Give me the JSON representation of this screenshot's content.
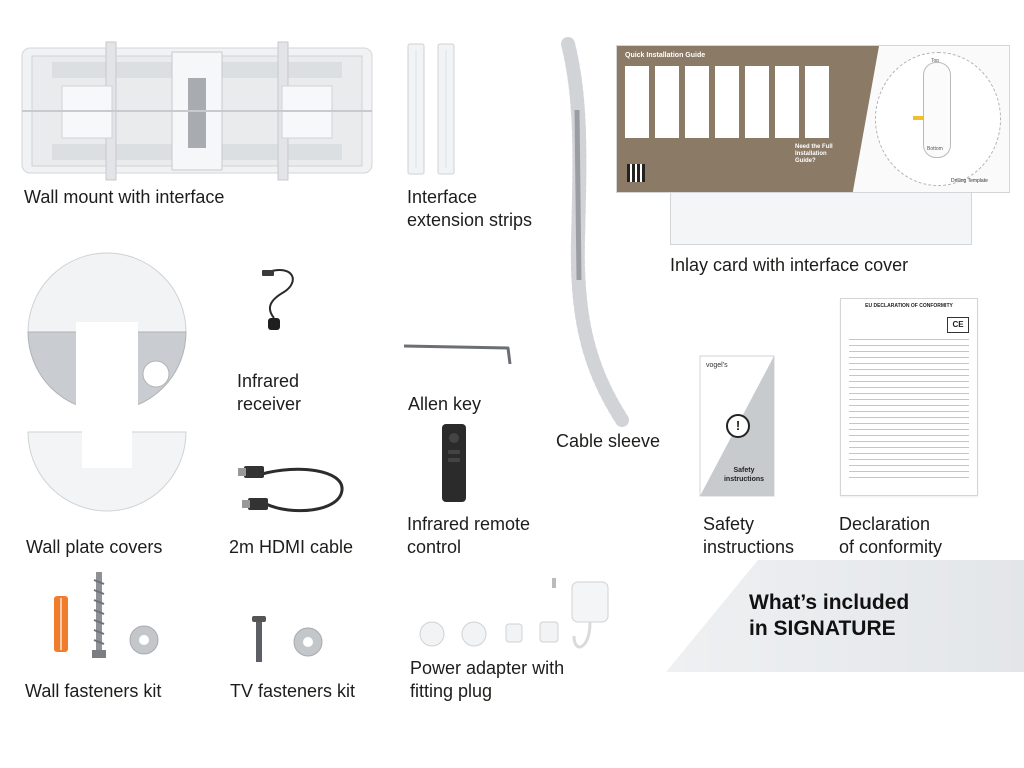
{
  "items": {
    "wall_mount": {
      "label": [
        "Wall mount with interface"
      ]
    },
    "extension_strips": {
      "label": [
        "Interface",
        "extension strips"
      ]
    },
    "cable_sleeve": {
      "label": [
        "Cable sleeve"
      ]
    },
    "inlay_card": {
      "label": [
        "Inlay card with interface cover"
      ],
      "card_title": "Quick Installation Guide",
      "need_full_guide": "Need the Full Installation Guide?",
      "template_top": "Top",
      "template_bottom": "Bottom",
      "template_caption": "Drilling Template"
    },
    "wall_plate_covers": {
      "label": [
        "Wall plate covers"
      ]
    },
    "ir_receiver": {
      "label": [
        "Infrared",
        "receiver"
      ]
    },
    "allen_key": {
      "label": [
        "Allen key"
      ]
    },
    "hdmi_cable": {
      "label": [
        "2m HDMI cable"
      ]
    },
    "remote": {
      "label": [
        "Infrared remote",
        "control"
      ]
    },
    "safety": {
      "label": [
        "Safety",
        "instructions"
      ],
      "booklet_brand": "vogel's",
      "booklet_title": "Safety instructions"
    },
    "declaration": {
      "label": [
        "Declaration",
        "of conformity"
      ],
      "sheet_title": "EU DECLARATION OF CONFORMITY",
      "ce_mark": "CE"
    },
    "wall_fasteners": {
      "label": [
        "Wall fasteners kit"
      ]
    },
    "tv_fasteners": {
      "label": [
        "TV fasteners kit"
      ]
    },
    "power_adapter": {
      "label": [
        "Power adapter with",
        "fitting plug"
      ]
    }
  },
  "banner": {
    "lines": [
      "What’s included",
      "in SIGNATURE"
    ]
  },
  "colors": {
    "accent": "#f07d2c",
    "card_brown": "#8a7a66",
    "banner_bg": "#e6e9ec",
    "text": "#1d1d1b"
  }
}
